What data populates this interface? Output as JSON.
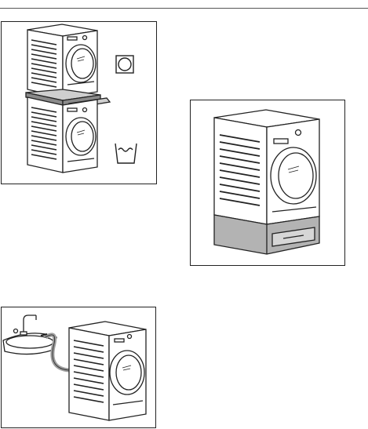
{
  "page": {
    "top_rule": true,
    "illustrations": [
      {
        "name": "stacked-dryer-on-washer",
        "symbols": [
          "tumble-dryer-symbol",
          "washing-machine-symbol"
        ]
      },
      {
        "name": "dryer-on-raised-pedestal",
        "pedestal_color": "#b3b3b3"
      },
      {
        "name": "dryer-drain-hose-to-sink",
        "hose_color": "#9e9e9e"
      }
    ]
  }
}
